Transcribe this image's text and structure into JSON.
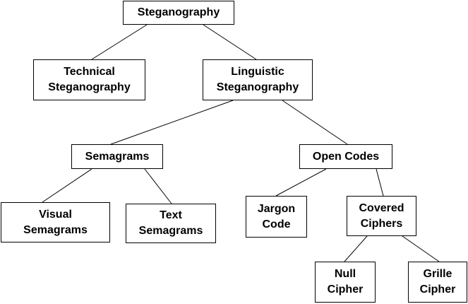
{
  "nodes": {
    "steganography": "Steganography",
    "technical": "Technical\nSteganography",
    "linguistic": "Linguistic\nSteganography",
    "semagrams": "Semagrams",
    "open_codes": "Open Codes",
    "visual_semagrams": "Visual\nSemagrams",
    "text_semagrams": "Text\nSemagrams",
    "jargon_code": "Jargon\nCode",
    "covered_ciphers": "Covered\nCiphers",
    "null_cipher": "Null\nCipher",
    "grille_cipher": "Grille\nCipher"
  },
  "edges": [
    [
      "steganography",
      "technical"
    ],
    [
      "steganography",
      "linguistic"
    ],
    [
      "linguistic",
      "semagrams"
    ],
    [
      "linguistic",
      "open_codes"
    ],
    [
      "semagrams",
      "visual_semagrams"
    ],
    [
      "semagrams",
      "text_semagrams"
    ],
    [
      "open_codes",
      "jargon_code"
    ],
    [
      "open_codes",
      "covered_ciphers"
    ],
    [
      "covered_ciphers",
      "null_cipher"
    ],
    [
      "covered_ciphers",
      "grille_cipher"
    ]
  ]
}
